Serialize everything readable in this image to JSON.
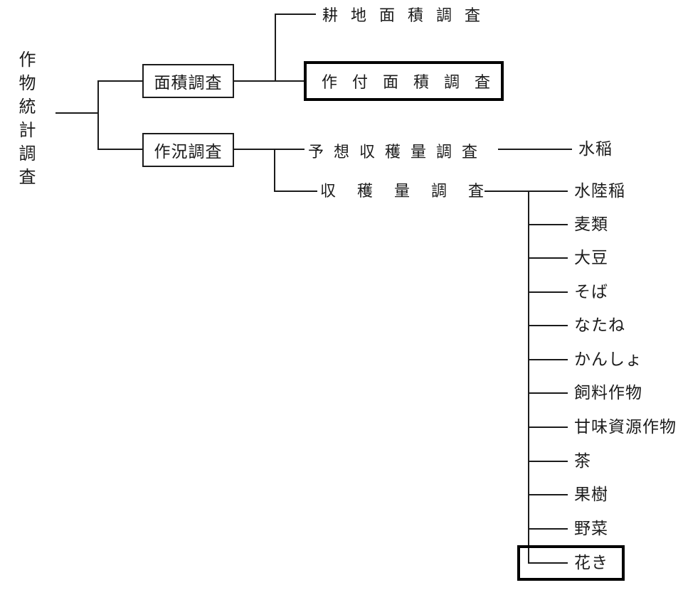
{
  "diagram": {
    "ink_color": "#1b1b1b",
    "highlight_border_color": "#000000",
    "root": {
      "label": "作物統計調査"
    },
    "area_survey": {
      "label": "面積調査",
      "children": [
        {
          "label": "耕地面積調査",
          "highlighted": false
        },
        {
          "label": "作付面積調査",
          "highlighted": true
        }
      ]
    },
    "condition_survey": {
      "label": "作況調査",
      "children": [
        {
          "label": "予想収穫量調査",
          "children": [
            {
              "label": "水稲",
              "highlighted": false
            }
          ]
        },
        {
          "label": "収穫量調査",
          "children": [
            {
              "label": "水陸稲",
              "highlighted": false
            },
            {
              "label": "麦類",
              "highlighted": false
            },
            {
              "label": "大豆",
              "highlighted": false
            },
            {
              "label": "そば",
              "highlighted": false
            },
            {
              "label": "なたね",
              "highlighted": false
            },
            {
              "label": "かんしょ",
              "highlighted": false
            },
            {
              "label": "飼料作物",
              "highlighted": false
            },
            {
              "label": "甘味資源作物",
              "highlighted": false
            },
            {
              "label": "茶",
              "highlighted": false
            },
            {
              "label": "果樹",
              "highlighted": false
            },
            {
              "label": "野菜",
              "highlighted": false
            },
            {
              "label": "花き",
              "highlighted": true
            }
          ]
        }
      ]
    }
  }
}
